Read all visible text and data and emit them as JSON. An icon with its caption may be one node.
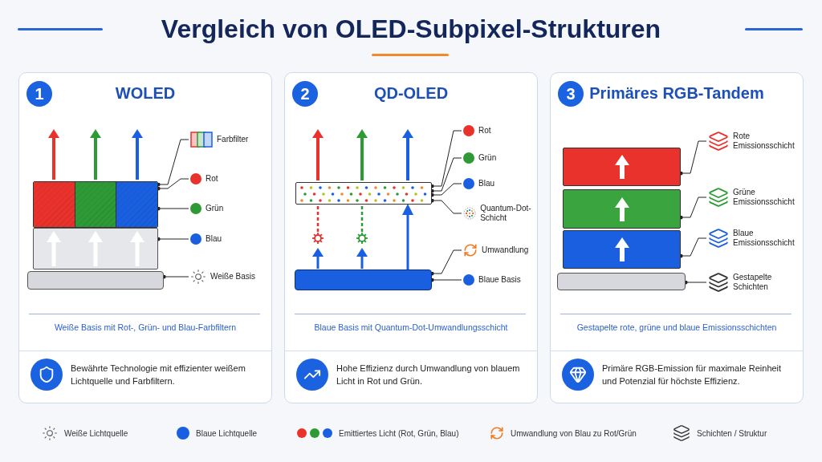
{
  "diagram": {
    "title": "Vergleich von OLED-Subpixel-Strukturen",
    "nodes": [
      {
        "text": [
          "WOLED",
          "Weiße Basis mit Rot-, Grün- und Blau-Farbfiltern",
          "Bewährte Technologie mit effizienter weißem Lichtquelle und Farbfiltern."
        ]
      },
      {
        "text": [
          "1"
        ],
        "in": 0
      },
      {
        "text": [],
        "shape": "box",
        "in": 0
      },
      {
        "text": [],
        "shape": "box",
        "in": 0
      },
      {
        "text": [],
        "shape": "bar",
        "in": 0
      },
      {
        "text": [
          "Farbfilter"
        ],
        "in": 0
      },
      {
        "text": [
          "Rot"
        ],
        "in": 0
      },
      {
        "text": [
          "Grün"
        ],
        "in": 0
      },
      {
        "text": [
          "Blau"
        ],
        "in": 0
      },
      {
        "text": [
          "Weiße Basis"
        ],
        "in": 0
      },
      {
        "text": [
          "QD-OLED",
          "Blaue Basis mit Quantum-Dot-Umwandlungsschicht",
          "Hohe Effizienz durch Umwandlung von blauem Licht in Rot und Grün."
        ]
      },
      {
        "text": [
          "2"
        ],
        "in": 10
      },
      {
        "text": [],
        "shape": "box",
        "in": 10
      },
      {
        "text": [],
        "shape": "bar",
        "in": 10
      },
      {
        "text": [
          "Rot"
        ],
        "in": 10
      },
      {
        "text": [
          "Grün"
        ],
        "in": 10
      },
      {
        "text": [
          "Blau"
        ],
        "in": 10
      },
      {
        "text": [
          "Quantum-Dot-Schicht"
        ],
        "in": 10
      },
      {
        "text": [
          "Umwandlung"
        ],
        "in": 10
      },
      {
        "text": [
          "Blaue Basis"
        ],
        "in": 10
      },
      {
        "text": [
          "Primäres RGB-Tandem",
          "Gestapelte rote, grüne und blaue Emissionsschichten",
          "Primäre RGB-Emission für maximale Reinheit und Potenzial für höchste Effizienz."
        ]
      },
      {
        "text": [
          "3"
        ],
        "in": 20
      },
      {
        "text": [],
        "shape": "box",
        "in": 20
      },
      {
        "text": [],
        "shape": "box",
        "in": 20
      },
      {
        "text": [],
        "shape": "box",
        "in": 20
      },
      {
        "text": [],
        "shape": "bar",
        "in": 20
      },
      {
        "text": [
          "Rote Emissionsschicht"
        ],
        "in": 20
      },
      {
        "text": [
          "Grüne Emissionsschicht"
        ],
        "in": 20
      },
      {
        "text": [
          "Blaue Emissionsschicht"
        ],
        "in": 20
      },
      {
        "text": [
          "Gestapelte Schichten"
        ],
        "in": 20
      }
    ],
    "edges": [
      {
        "from": 5,
        "to": 2,
        "arrow": "other"
      },
      {
        "from": 6,
        "to": 2,
        "arrow": "other"
      },
      {
        "from": 7,
        "to": 2,
        "arrow": "other"
      },
      {
        "from": 8,
        "to": 3,
        "arrow": "other"
      },
      {
        "from": 9,
        "to": 4,
        "arrow": "other"
      },
      {
        "from": 14,
        "to": 12,
        "arrow": "other"
      },
      {
        "from": 15,
        "to": 12,
        "arrow": "other"
      },
      {
        "from": 16,
        "to": 12,
        "arrow": "other"
      },
      {
        "from": 17,
        "to": 12,
        "arrow": "other"
      },
      {
        "from": 18,
        "to": 13,
        "arrow": "other"
      },
      {
        "from": 19,
        "to": 13,
        "arrow": "other"
      },
      {
        "from": 26,
        "to": 22,
        "arrow": "other"
      },
      {
        "from": 27,
        "to": 23,
        "arrow": "other"
      },
      {
        "from": 28,
        "to": 24,
        "arrow": "other"
      },
      {
        "from": 29,
        "to": 25,
        "arrow": "other"
      },
      {
        "from": 13,
        "to": 12,
        "arrow": "to",
        "style": "thick",
        "color": "#1a5fe0"
      }
    ],
    "legend": [
      {
        "text": "Weiße Lichtquelle"
      },
      {
        "text": "Blaue Lichtquelle",
        "color": "#1a5fe0"
      },
      {
        "text": "Emittiertes Licht (Rot, Grün, Blau)"
      },
      {
        "text": "Umwandlung von Blau zu Rot/Grün"
      },
      {
        "text": "Schichten / Struktur"
      }
    ]
  }
}
